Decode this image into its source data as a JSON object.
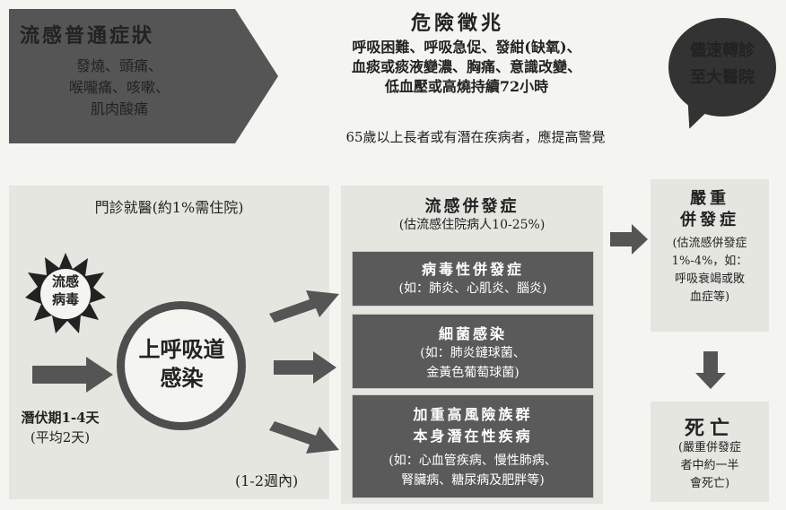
{
  "common": {
    "title": "流感普通症狀",
    "symptoms": [
      "發燒、頭痛、",
      "喉嚨痛、咳嗽、",
      "肌肉酸痛"
    ]
  },
  "danger": {
    "title": "危險徵兆",
    "lines": [
      "呼吸困難、呼吸急促、發紺(缺氧)、",
      "血痰或痰液變濃、胸痛、意識改變、",
      "低血壓或高燒持續72小時"
    ],
    "note": "65歲以上長者或有潛在疾病者，應提高警覺"
  },
  "bubble": {
    "lines": [
      "儘速轉診",
      "至大醫院"
    ]
  },
  "outpatient": {
    "title": "門診就醫(約1%需住院)"
  },
  "virus": {
    "label": [
      "流感",
      "病毒"
    ]
  },
  "incubation": {
    "lines": [
      "潛伏期1-4天",
      "(平均2天)"
    ]
  },
  "uri": {
    "lines": [
      "上呼吸道",
      "感染"
    ]
  },
  "weeks": "(1-2週內)",
  "complications": {
    "title": "流感併發症",
    "subtitle": "(估流感住院病人10-25%)",
    "items": [
      {
        "title": "病毒性併發症",
        "sub": [
          "(如：肺炎、心肌炎、腦炎)"
        ]
      },
      {
        "title": "細菌感染",
        "sub": [
          "(如：肺炎鏈球菌、",
          "金黃色葡萄球菌)"
        ]
      },
      {
        "title": [
          "加重高風險族群",
          "本身潛在性疾病"
        ],
        "sub": [
          "(如：心血管疾病、慢性肺病、",
          "腎臟病、糖尿病及肥胖等)"
        ]
      }
    ]
  },
  "severe": {
    "title": [
      "嚴重",
      "併發症"
    ],
    "desc": [
      "(估流感併發症",
      "1%-4%，如：",
      "呼吸衰竭或敗",
      "血症等)"
    ]
  },
  "death": {
    "title": "死亡",
    "desc": [
      "(嚴重併發症",
      "者中約一半",
      "會死亡)"
    ]
  },
  "colors": {
    "dark": "#555555",
    "light": "#e6e6e1",
    "arrow": "#555555"
  }
}
